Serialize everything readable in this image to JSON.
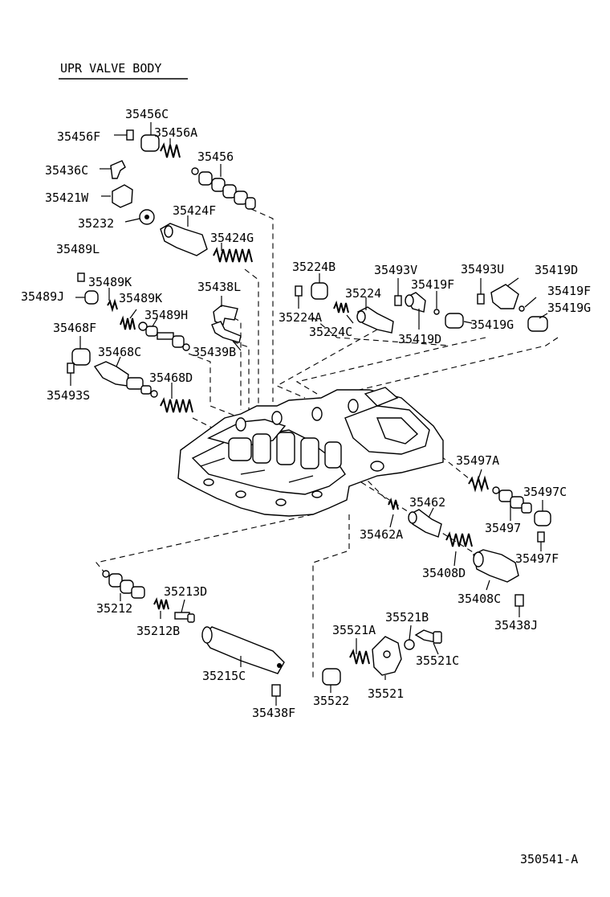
{
  "title": "UPR VALVE BODY",
  "diagram_code": "350541-A",
  "labels": [
    "35456C",
    "35456F",
    "35456A",
    "35456",
    "35436C",
    "35421W",
    "35232",
    "35424F",
    "35424G",
    "35489L",
    "35489K",
    "35489J",
    "35489K",
    "35489H",
    "35438L",
    "35468F",
    "35468C",
    "35439B",
    "35493S",
    "35468D",
    "35224B",
    "35224A",
    "35224C",
    "35224",
    "35493V",
    "35419F",
    "35419D",
    "35493U",
    "35419D",
    "35419F",
    "35419G",
    "35419G",
    "35497A",
    "35497C",
    "35497",
    "35497F",
    "35462",
    "35462A",
    "35408D",
    "35408C",
    "35438J",
    "35212",
    "35213D",
    "35212B",
    "35215C",
    "35438F",
    "35521B",
    "35521A",
    "35521C",
    "35522",
    "35521"
  ]
}
